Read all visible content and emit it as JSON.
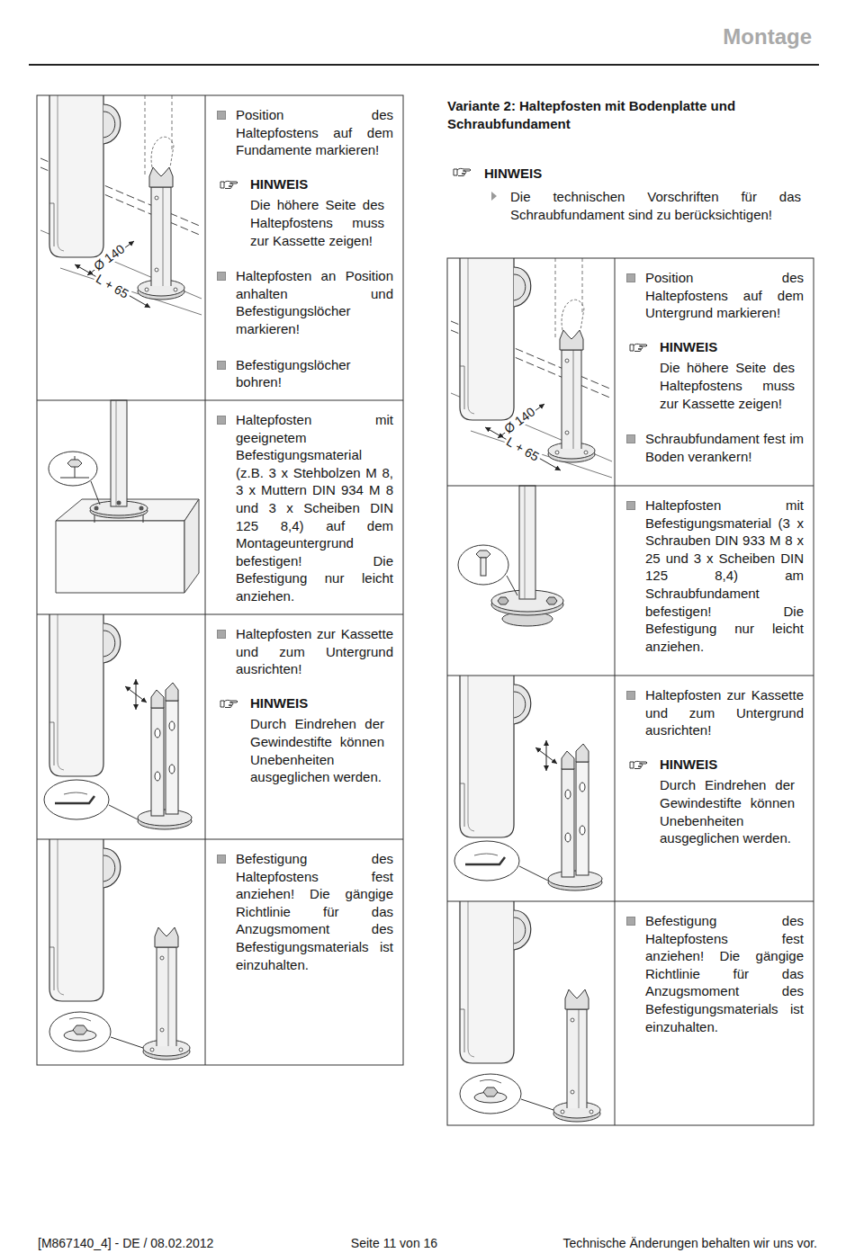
{
  "diagram": {
    "title": "Montage",
    "nodes": [
      {
        "text": [
          "Position des Haltepfostens auf dem Fundamente markieren!",
          "HINWEIS",
          "Die höhere Seite des Haltepfostens muss zur Kassette zeigen!",
          "Haltepfosten an Position anhalten und Befestigungslöcher markieren!",
          "Befestigungslöcher bohren!"
        ]
      },
      {
        "text": [
          "Haltepfosten mit geeignetem Befestigungsmaterial (z.B. 3 x Stehbolzen M 8, 3 x Muttern DIN 934 M 8 und 3 x Scheiben DIN 125 8,4) auf dem Montageuntergrund befestigen! Die Befestigung nur leicht anziehen."
        ]
      },
      {
        "text": [
          "Haltepfosten zur Kassette und zum Untergrund ausrichten!",
          "HINWEIS",
          "Durch Eindrehen der Gewindestifte können Unebenheiten ausgeglichen werden."
        ]
      },
      {
        "text": [
          "Befestigung des Haltepfostens fest anziehen! Die gängige Richtlinie für das Anzugsmoment des Befestigungsmaterials ist einzuhalten."
        ]
      },
      {
        "text": [
          "Position des Haltepfostens auf dem Untergrund markieren!",
          "HINWEIS",
          "Die höhere Seite des Haltepfostens muss zur Kassette zeigen!",
          "Schraubfundament fest im Boden verankern!"
        ]
      },
      {
        "text": [
          "Haltepfosten mit Befestigungsmaterial (3 x Schrauben DIN 933 M 8 x 25 und 3 x Scheiben DIN 125 8,4) am Schraubfundament befestigen! Die Befestigung nur leicht anziehen."
        ]
      },
      {
        "text": [
          "Haltepfosten zur Kassette und zum Untergrund ausrichten!",
          "HINWEIS",
          "Durch Eindrehen der Gewindestifte können Unebenheiten ausgeglichen werden."
        ]
      },
      {
        "text": [
          "Befestigung des Haltepfostens fest anziehen! Die gängige Richtlinie für das Anzugsmoment des Befestigungsmaterials ist einzuhalten."
        ]
      }
    ],
    "labels": [
      "Variante 2: Haltepfosten mit Bodenplatte und Schraubfundament",
      "HINWEIS",
      "Die technischen Vorschriften für das Schraubfundament sind zu berücksichtigen!",
      "Ø 140",
      "L + 65",
      "Ø 140",
      "L + 65",
      "[M867140_4] - DE / 08.02.2012",
      "Seite 11 von 16",
      "Technische Änderungen behalten wir uns vor."
    ]
  }
}
